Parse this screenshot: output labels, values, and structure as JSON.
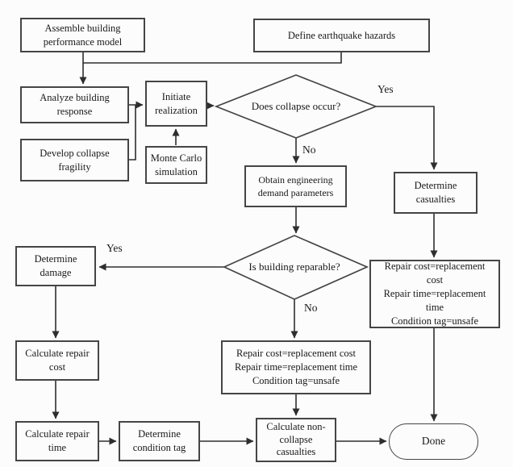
{
  "diagram": {
    "type": "flowchart",
    "nodes": {
      "assemble_model": {
        "label": "Assemble building\nperformance model",
        "shape": "process"
      },
      "define_hazards": {
        "label": "Define earthquake hazards",
        "shape": "process"
      },
      "analyze_response": {
        "label": "Analyze building\nresponse",
        "shape": "process"
      },
      "initiate_realization": {
        "label": "Initiate\nrealization",
        "shape": "process"
      },
      "develop_fragility": {
        "label": "Develop collapse\nfragility",
        "shape": "process"
      },
      "monte_carlo": {
        "label": "Monte Carlo\nsimulation",
        "shape": "process"
      },
      "collapse_decision": {
        "label": "Does collapse occur?",
        "shape": "decision"
      },
      "obtain_edp": {
        "label": "Obtain engineering\ndemand parameters",
        "shape": "process"
      },
      "determine_casualties": {
        "label": "Determine\ncasualties",
        "shape": "process"
      },
      "reparable_decision": {
        "label": "Is building reparable?",
        "shape": "decision"
      },
      "determine_damage": {
        "label": "Determine\ndamage",
        "shape": "process"
      },
      "repair_replacement_right": {
        "label": "Repair cost=replacement\ncost\nRepair time=replacement\ntime\nCondition tag=unsafe",
        "shape": "process"
      },
      "repair_replacement_mid": {
        "label": "Repair cost=replacement cost\nRepair time=replacement time\nCondition tag=unsafe",
        "shape": "process"
      },
      "calculate_repair_cost": {
        "label": "Calculate repair\ncost",
        "shape": "process"
      },
      "calculate_repair_time": {
        "label": "Calculate repair\ntime",
        "shape": "process"
      },
      "determine_condition_tag": {
        "label": "Determine\ncondition tag",
        "shape": "process"
      },
      "calculate_noncollapse_casualties": {
        "label": "Calculate non-\ncollapse\ncasualties",
        "shape": "process"
      },
      "done": {
        "label": "Done",
        "shape": "terminator"
      }
    },
    "edge_labels": {
      "collapse_yes": "Yes",
      "collapse_no": "No",
      "reparable_yes": "Yes",
      "reparable_no": "No"
    },
    "colors": {
      "line": "#2e2e2e",
      "box_border": "#454545",
      "text": "#191919",
      "background": "#fcfcfc"
    }
  }
}
